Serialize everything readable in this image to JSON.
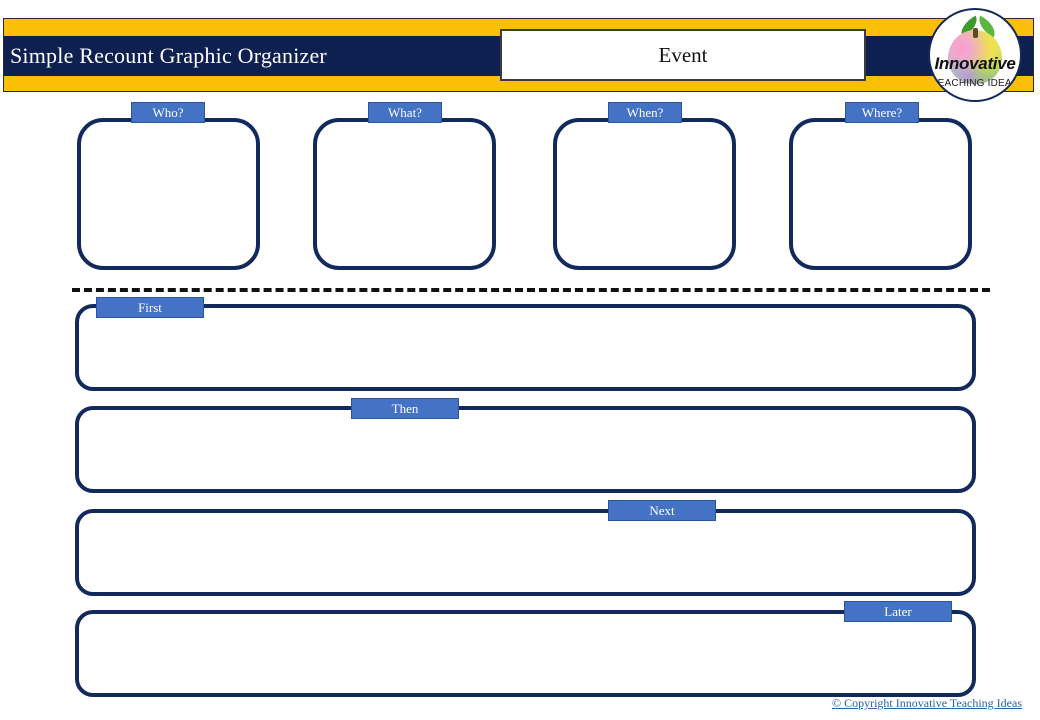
{
  "header": {
    "title": "Simple Recount Graphic Organizer",
    "event_box_label": "Event",
    "band_color": "#FBBF07",
    "bar_color": "#0D2050"
  },
  "logo": {
    "name": "innovative-teaching-ideas-logo",
    "word": "Innovative",
    "subtitle": "TEACHING IDEAS",
    "ring_color": "#132A57"
  },
  "question_boxes": [
    {
      "label": "Who?",
      "value": ""
    },
    {
      "label": "What?",
      "value": ""
    },
    {
      "label": "When?",
      "value": ""
    },
    {
      "label": "Where?",
      "value": ""
    }
  ],
  "sequence_rows": [
    {
      "label": "First",
      "value": ""
    },
    {
      "label": "Then",
      "value": ""
    },
    {
      "label": "Next",
      "value": ""
    },
    {
      "label": "Later",
      "value": ""
    }
  ],
  "styles": {
    "tag_fill": "#4472C4",
    "box_border": "#12295C",
    "divider_color": "#111111"
  },
  "footer": {
    "copyright": "© Copyright Innovative Teaching Ideas",
    "link_color": "#2E5FA3"
  }
}
